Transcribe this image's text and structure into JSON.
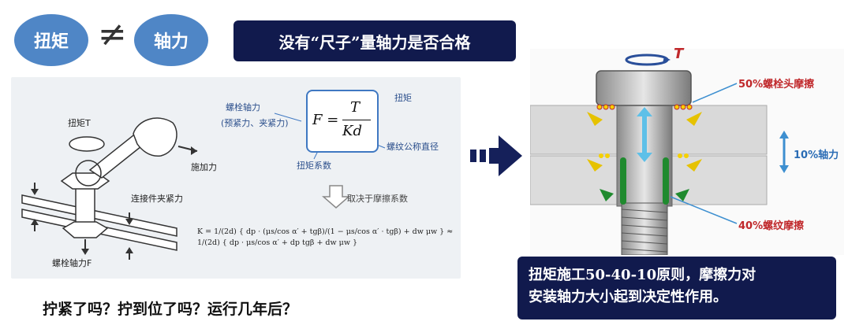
{
  "header": {
    "torque": "扭矩",
    "neq": "≠",
    "axial": "轴力",
    "banner": "没有“尺子”量轴力是否合格"
  },
  "left_panel": {
    "labels": {
      "torque_t": "扭矩T",
      "apply_force": "施加力",
      "clamp_force": "连接件夹紧力",
      "bolt_axial": "螺栓轴力F",
      "bolt_axial_force": "螺栓轴力",
      "preload": "(预紧力、夹紧力)",
      "torque": "扭矩",
      "thread_diameter": "螺纹公称直径",
      "torque_coeff": "扭矩系数",
      "depends": "取决于摩擦系数"
    },
    "formula": {
      "F": "F =",
      "num": "T",
      "den": "Kd"
    },
    "k_formula": "K = 1/(2d) { dp · (μs/cos α′ + tgβ)/(1 − μs/cos α′ · tgβ) + dw μw } ≈ 1/(2d) { dp · μs/cos α′ + dp tgβ + dw μw }"
  },
  "questions": "拧紧了吗？拧到位了吗？运行几年后？",
  "right_panel": {
    "t_label": "T",
    "head_friction": "50%螺栓头摩擦",
    "axial_share": "10%轴力",
    "thread_friction": "40%螺纹摩擦"
  },
  "principle": {
    "line1": "扭矩施工50-40-10原则，摩擦力对",
    "line2": "安装轴力大小起到决定性作用。"
  },
  "colors": {
    "circle": "#4f86c6",
    "dark_banner": "#111a4d",
    "arrow_navy": "#15205a",
    "red_label": "#c0282b",
    "blue_label": "#2a6cb5"
  }
}
